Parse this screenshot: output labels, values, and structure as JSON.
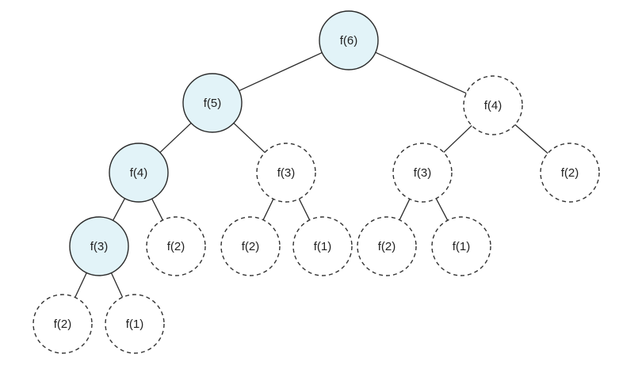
{
  "colors": {
    "computed_fill": "#e2f3f8",
    "outline": "#2a2a2a",
    "background": "#ffffff"
  },
  "nodes": [
    {
      "id": "n6",
      "label": "f(6)",
      "style": "solid"
    },
    {
      "id": "n5",
      "label": "f(5)",
      "style": "solid"
    },
    {
      "id": "n4r",
      "label": "f(4)",
      "style": "dashed"
    },
    {
      "id": "n4l",
      "label": "f(4)",
      "style": "solid"
    },
    {
      "id": "n3m",
      "label": "f(3)",
      "style": "dashed"
    },
    {
      "id": "n3r",
      "label": "f(3)",
      "style": "dashed"
    },
    {
      "id": "n2rr",
      "label": "f(2)",
      "style": "dashed"
    },
    {
      "id": "n3l",
      "label": "f(3)",
      "style": "solid"
    },
    {
      "id": "n2a",
      "label": "f(2)",
      "style": "dashed"
    },
    {
      "id": "n2b",
      "label": "f(2)",
      "style": "dashed"
    },
    {
      "id": "n1b",
      "label": "f(1)",
      "style": "dashed"
    },
    {
      "id": "n2c",
      "label": "f(2)",
      "style": "dashed"
    },
    {
      "id": "n1c",
      "label": "f(1)",
      "style": "dashed"
    },
    {
      "id": "n2d",
      "label": "f(2)",
      "style": "dashed"
    },
    {
      "id": "n1d",
      "label": "f(1)",
      "style": "dashed"
    }
  ],
  "edges": [
    [
      "n6",
      "n5"
    ],
    [
      "n6",
      "n4r"
    ],
    [
      "n5",
      "n4l"
    ],
    [
      "n5",
      "n3m"
    ],
    [
      "n4r",
      "n3r"
    ],
    [
      "n4r",
      "n2rr"
    ],
    [
      "n4l",
      "n3l"
    ],
    [
      "n4l",
      "n2a"
    ],
    [
      "n3m",
      "n2b"
    ],
    [
      "n3m",
      "n1b"
    ],
    [
      "n3r",
      "n2c"
    ],
    [
      "n3r",
      "n1c"
    ],
    [
      "n3l",
      "n2d"
    ],
    [
      "n3l",
      "n1d"
    ]
  ]
}
